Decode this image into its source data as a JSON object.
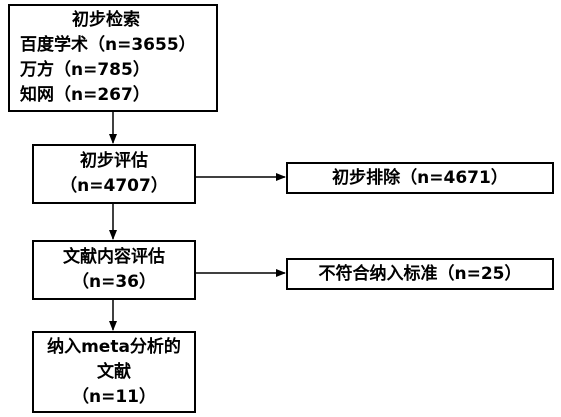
{
  "search_box": {
    "lines": [
      "初步检索",
      "百度学术（n=3655）",
      "万方（n=785）",
      "知网（n=267）"
    ]
  },
  "screening_box": {
    "lines": [
      "初步评估",
      "（n=4707）"
    ]
  },
  "content_box": {
    "lines": [
      "文献内容评估",
      "（n=36）"
    ]
  },
  "included_box": {
    "lines": [
      "纳入meta分析的",
      "文献",
      "（n=11）"
    ]
  },
  "exclusion_1": {
    "label": "初步排除（n=4671）"
  },
  "exclusion_2": {
    "label": "不符合纳入标准（n=25）"
  }
}
